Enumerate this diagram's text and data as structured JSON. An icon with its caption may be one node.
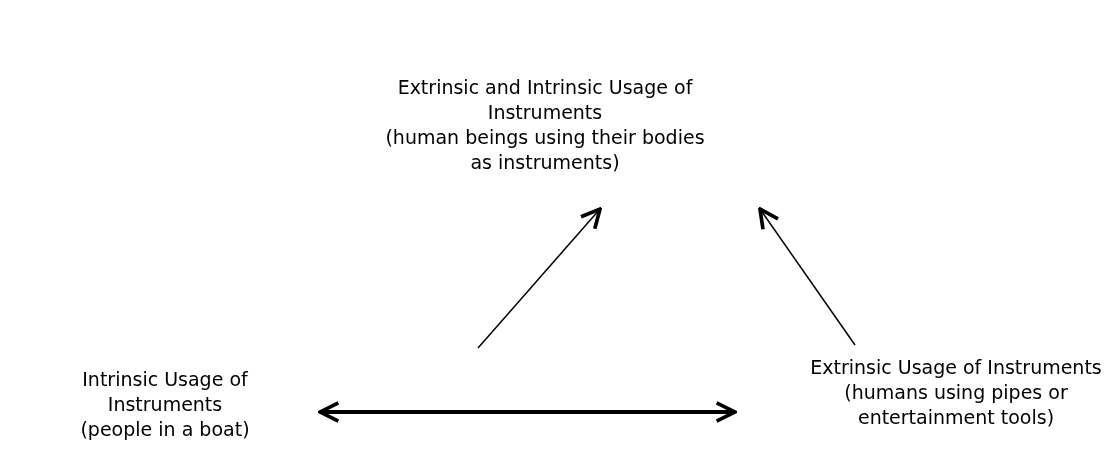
{
  "diagram": {
    "nodes": [
      {
        "text": [
          "Extrinsic and Intrinsic Usage of Instruments",
          "(human beings using their bodies as instruments)"
        ]
      },
      {
        "text": [
          "Intrinsic Usage of Instruments",
          "(people in a boat)"
        ]
      },
      {
        "text": [
          "Extrinsic Usage of Instruments",
          "(humans using pipes or entertainment tools)"
        ]
      }
    ],
    "edges": [
      {
        "from": 1,
        "to": 2,
        "arrow": "both",
        "style": "thick"
      },
      {
        "from": null,
        "to": 0,
        "arrow": "to"
      },
      {
        "from": 2,
        "to": 0,
        "arrow": "to"
      }
    ]
  }
}
